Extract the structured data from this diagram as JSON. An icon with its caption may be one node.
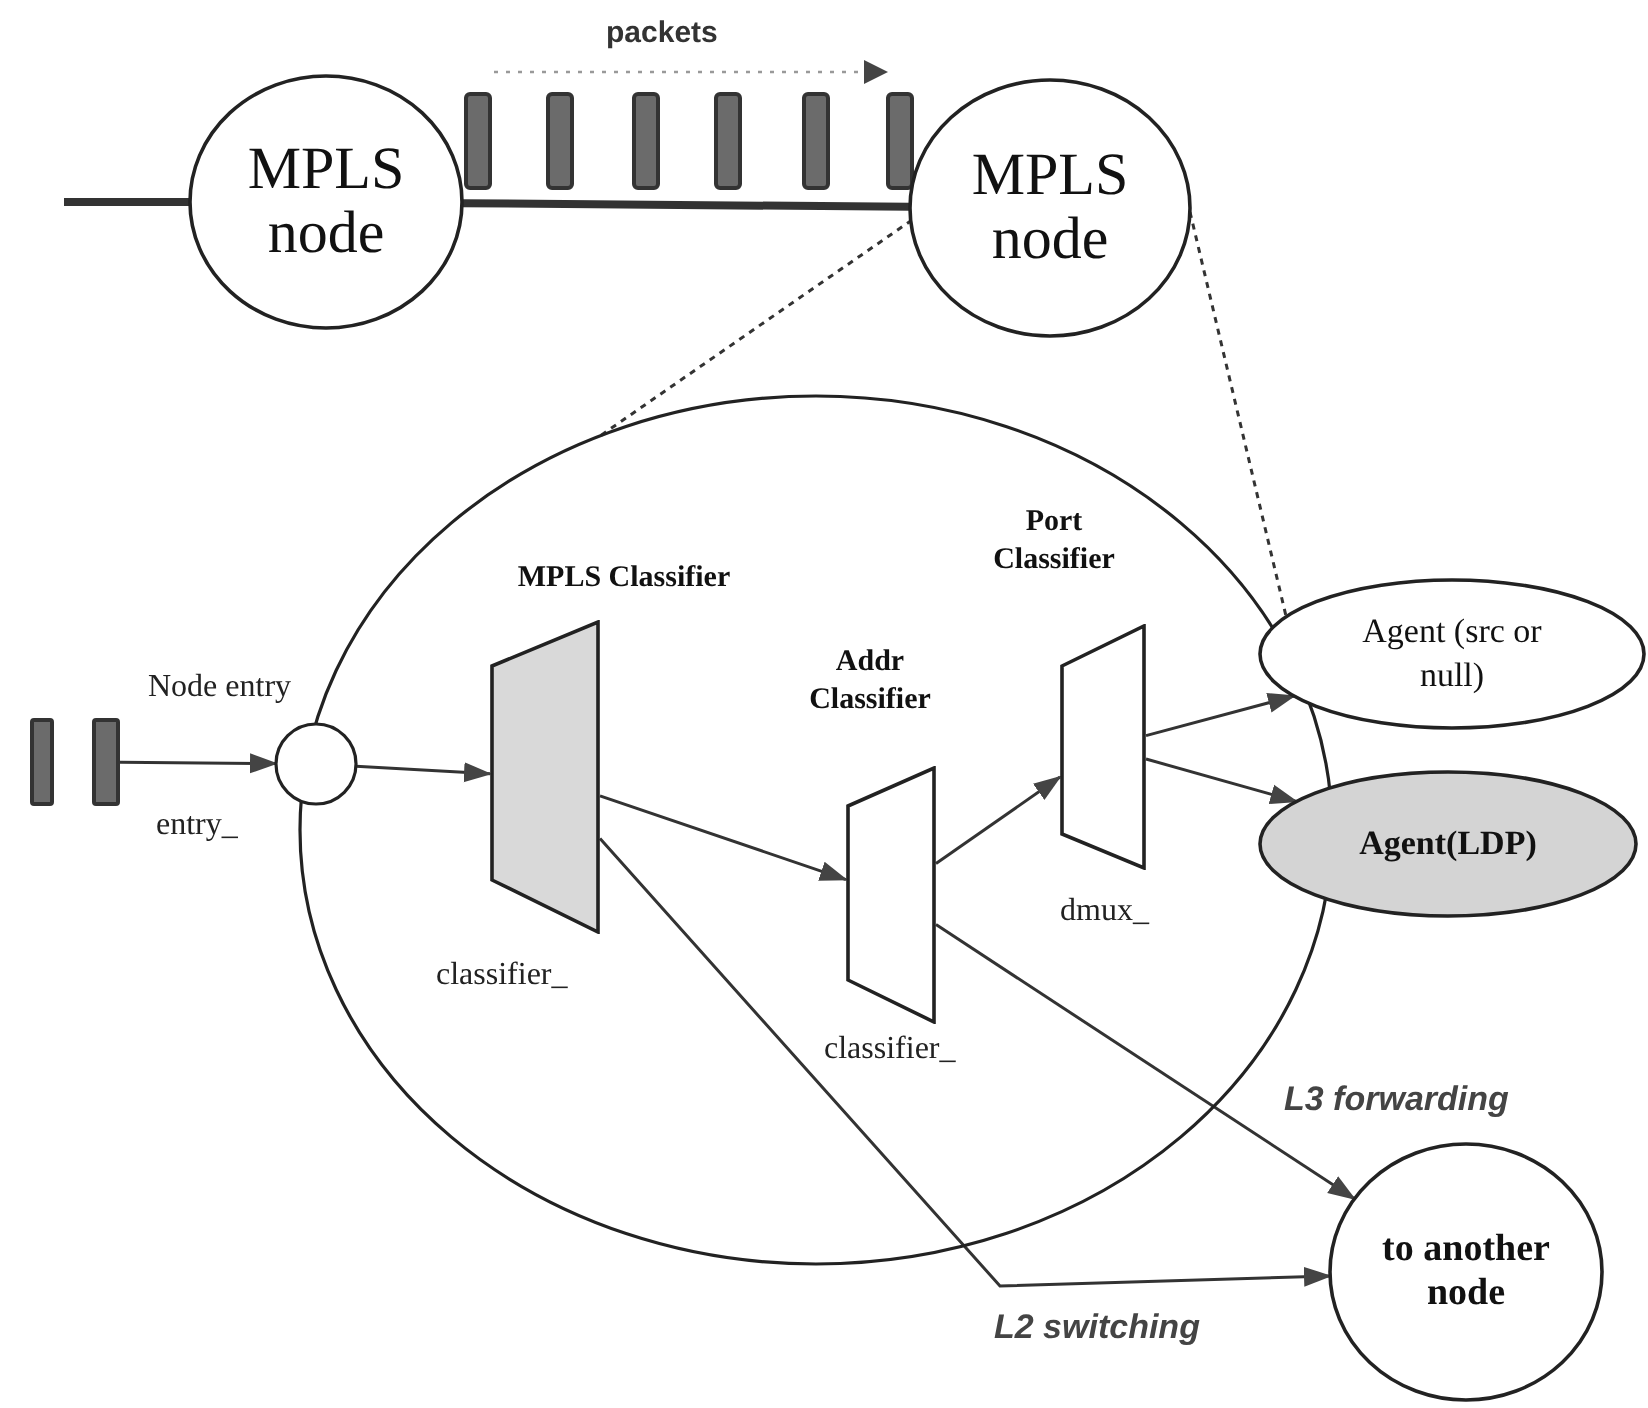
{
  "diagram": {
    "nodes": [
      {
        "text": [
          "MPLS node"
        ]
      },
      {
        "text": [
          "MPLS node"
        ]
      },
      {
        "text": [],
        "shape": "ellipse"
      },
      {
        "text": [],
        "shape": "circle",
        "beside": [
          "entry_"
        ]
      },
      {
        "text": [
          "MPLS Classifier"
        ],
        "in": 2,
        "beside": [
          "classifier_"
        ]
      },
      {
        "text": [
          "Addr Classifier"
        ],
        "in": 2,
        "beside": [
          "classifier_"
        ]
      },
      {
        "text": [
          "Port Classifier"
        ],
        "in": 2,
        "beside": [
          "dmux_"
        ]
      },
      {
        "text": [
          "Agent (src or null)"
        ]
      },
      {
        "text": [
          "Agent(LDP)"
        ]
      },
      {
        "text": [
          "to another node"
        ]
      },
      {
        "text": [],
        "shape": "bar"
      },
      {
        "text": [],
        "shape": "bar"
      }
    ],
    "edges": [
      {
        "from": null,
        "to": 0,
        "arrow": "none",
        "style": "thick"
      },
      {
        "from": 0,
        "to": 1,
        "arrow": "none",
        "style": "thick"
      },
      {
        "from": 1,
        "to": 2,
        "arrow": "none",
        "style": "dashed"
      },
      {
        "from": 1,
        "to": 7,
        "arrow": "none",
        "style": "dashed"
      },
      {
        "from": 11,
        "to": 3,
        "arrow": "to"
      },
      {
        "from": 3,
        "to": 4,
        "arrow": "to"
      },
      {
        "from": 4,
        "to": 5,
        "arrow": "to"
      },
      {
        "from": 5,
        "to": 6,
        "arrow": "to"
      },
      {
        "from": 6,
        "to": 7,
        "arrow": "to"
      },
      {
        "from": 6,
        "to": 8,
        "arrow": "to"
      },
      {
        "from": 5,
        "to": 9,
        "arrow": "to",
        "label": "L3 forwarding"
      },
      {
        "from": 4,
        "to": 9,
        "arrow": "to",
        "label": "L2 switching"
      }
    ],
    "labels": [
      "packets",
      "Node entry"
    ]
  }
}
